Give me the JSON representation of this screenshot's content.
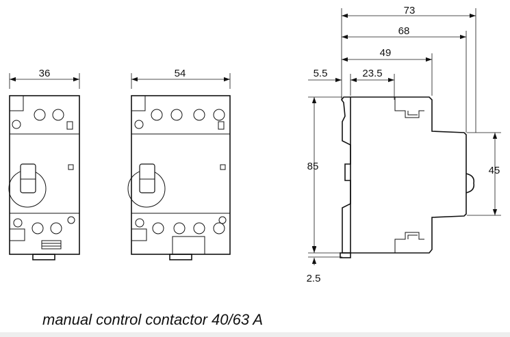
{
  "caption": "manual control contactor 40/63 A",
  "front_views": {
    "narrow_width": "36",
    "wide_width": "54"
  },
  "side_view": {
    "overall_depth": "73",
    "depth_68": "68",
    "depth_49": "49",
    "offset_5_5": "5.5",
    "offset_23_5": "23.5",
    "height": "85",
    "front_height": "45",
    "rail_offset": "2.5"
  }
}
